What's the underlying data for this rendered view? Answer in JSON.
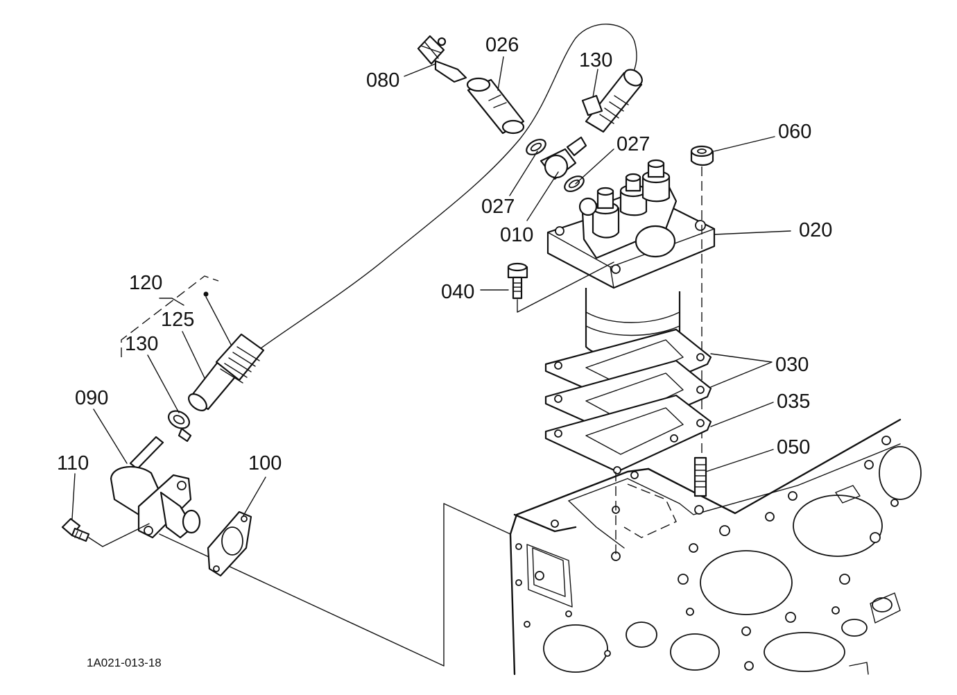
{
  "drawing_id": "1A021-013-18",
  "part_labels": {
    "p026": "026",
    "p080": "080",
    "p130_top": "130",
    "p060": "060",
    "p027_right": "027",
    "p027_left": "027",
    "p010": "010",
    "p020": "020",
    "p040": "040",
    "p120": "120",
    "p125": "125",
    "p130_left": "130",
    "p090": "090",
    "p110": "110",
    "p100": "100",
    "p030": "030",
    "p035": "035",
    "p050": "050"
  }
}
